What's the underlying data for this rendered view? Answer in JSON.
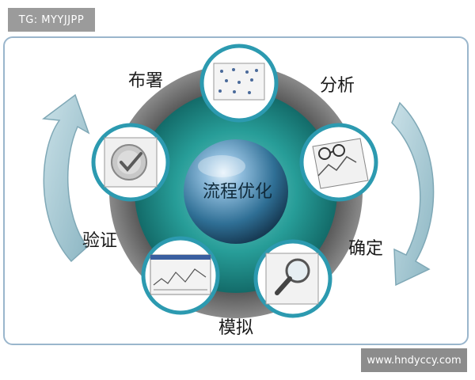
{
  "watermark_top": "TG: MYYJJPP",
  "watermark_bottom": "www.hndyccy.com",
  "center": "流程优化",
  "stages": [
    {
      "label": "布署",
      "icon": "dotted-network-icon"
    },
    {
      "label": "分析",
      "icon": "glasses-chart-icon"
    },
    {
      "label": "确定",
      "icon": "magnifier-icon"
    },
    {
      "label": "模拟",
      "icon": "simulation-chart-icon"
    },
    {
      "label": "验证",
      "icon": "checkmark-badge-icon"
    }
  ],
  "colors": {
    "outer_ring": "#6e6e6e",
    "teal_disc": "#1f8f8c",
    "sphere": "#2f6f95",
    "node_border": "#2c9ab0",
    "arrow": "#a7c8d2",
    "frame": "#9ab6cc"
  }
}
